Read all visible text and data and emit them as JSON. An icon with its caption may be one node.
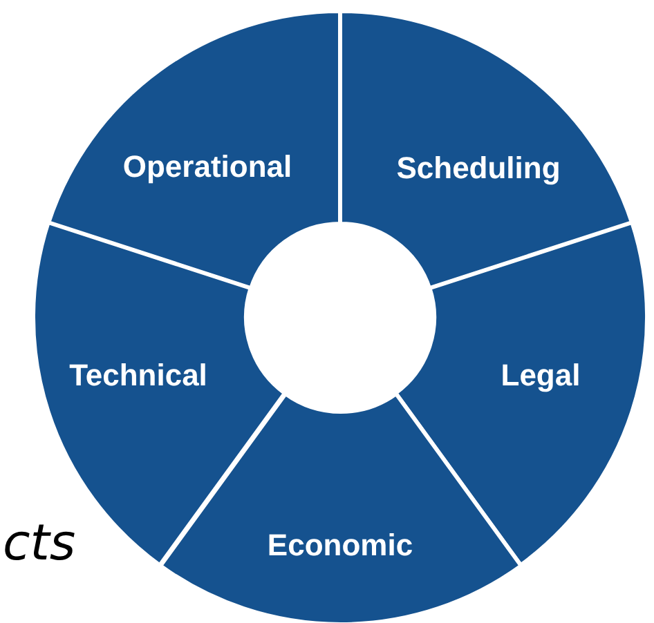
{
  "diagram": {
    "nodes": [
      {
        "text": [
          "Operational"
        ]
      },
      {
        "text": [
          "Scheduling"
        ]
      },
      {
        "text": [
          "Legal"
        ]
      },
      {
        "text": [
          "Economic"
        ]
      },
      {
        "text": [
          "Technical"
        ]
      }
    ],
    "labels": [
      "cts"
    ]
  }
}
